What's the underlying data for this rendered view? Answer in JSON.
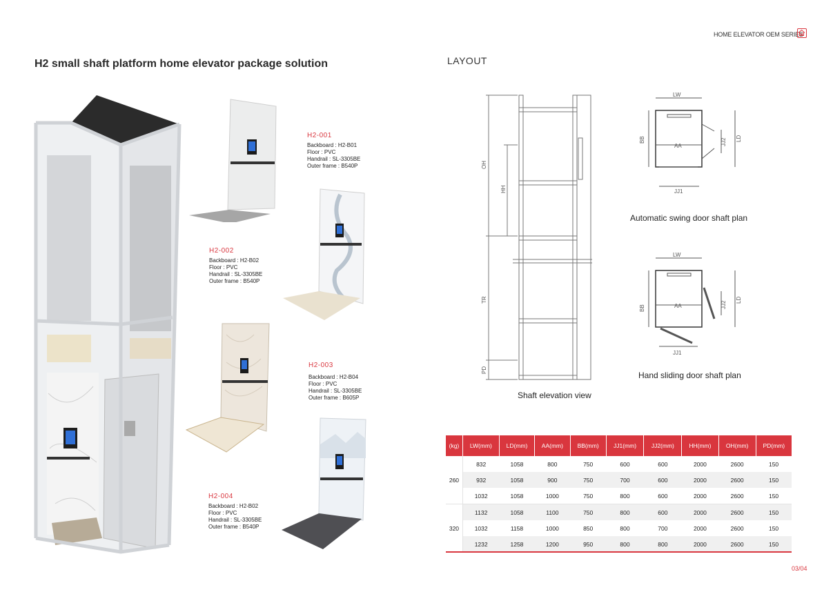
{
  "header": {
    "series": "HOME ELEVATOR OEM SERIES",
    "home_icon": "home-icon"
  },
  "title": "H2 small shaft platform home elevator package solution",
  "layout_title": "LAYOUT",
  "variants": [
    {
      "code": "H2-001",
      "backboard": "Backboard : H2-B01",
      "floor": "Floor : PVC",
      "handrail": "Handrail : SL-3305BE",
      "outer": "Outer frame : B540P"
    },
    {
      "code": "H2-002",
      "backboard": "Backboard : H2-B02",
      "floor": "Floor : PVC",
      "handrail": "Handrail : SL-3305BE",
      "outer": "Outer frame : B540P"
    },
    {
      "code": "H2-003",
      "backboard": "Backboard : H2-B04",
      "floor": "Floor : PVC",
      "handrail": "Handrail : SL-3305BE",
      "outer": "Outer frame : B605P"
    },
    {
      "code": "H2-004",
      "backboard": "Backboard : H2-B02",
      "floor": "Floor : PVC",
      "handrail": "Handrail : SL-3305BE",
      "outer": "Outer frame : B540P"
    }
  ],
  "diagrams": {
    "elevation": {
      "caption": "Shaft elevation view",
      "labels": {
        "oh": "OH",
        "hh": "HH",
        "tr": "TR",
        "pd": "PD"
      }
    },
    "swing": {
      "caption": "Automatic swing door shaft plan",
      "labels": {
        "lw": "LW",
        "ld": "LD",
        "bb": "BB",
        "aa": "AA",
        "jj1": "JJ1",
        "jj2": "JJ2"
      }
    },
    "sliding": {
      "caption": "Hand sliding door shaft plan",
      "labels": {
        "lw": "LW",
        "ld": "LD",
        "bb": "BB",
        "aa": "AA",
        "jj1": "JJ1",
        "jj2": "JJ2"
      }
    }
  },
  "table": {
    "headers": [
      "(kg)",
      "LW(mm)",
      "LD(mm)",
      "AA(mm)",
      "BB(mm)",
      "JJ1(mm)",
      "JJ2(mm)",
      "HH(mm)",
      "OH(mm)",
      "PD(mm)"
    ],
    "groups": [
      {
        "load": "260",
        "rows": [
          [
            "832",
            "1058",
            "800",
            "750",
            "600",
            "600",
            "2000",
            "2600",
            "150"
          ],
          [
            "932",
            "1058",
            "900",
            "750",
            "700",
            "600",
            "2000",
            "2600",
            "150"
          ],
          [
            "1032",
            "1058",
            "1000",
            "750",
            "800",
            "600",
            "2000",
            "2600",
            "150"
          ]
        ]
      },
      {
        "load": "320",
        "rows": [
          [
            "1132",
            "1058",
            "1100",
            "750",
            "800",
            "600",
            "2000",
            "2600",
            "150"
          ],
          [
            "1032",
            "1158",
            "1000",
            "850",
            "800",
            "700",
            "2000",
            "2600",
            "150"
          ],
          [
            "1232",
            "1258",
            "1200",
            "950",
            "800",
            "800",
            "2000",
            "2600",
            "150"
          ]
        ]
      }
    ]
  },
  "page_number": "03/04",
  "colors": {
    "accent": "#d9363e",
    "frame": "#e9ebee",
    "glass": "#c9ccd0"
  }
}
